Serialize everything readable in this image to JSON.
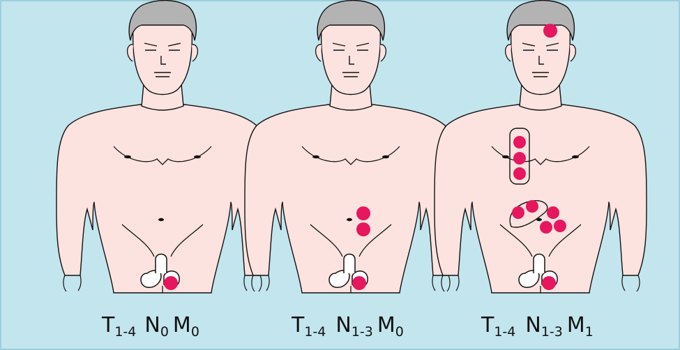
{
  "colors": {
    "background": "#c3e5ee",
    "border": "#9ccfdd",
    "skin": "#fde3df",
    "hair": "#b3b3b3",
    "tumor": "#e6175e",
    "outline": "#111111"
  },
  "figures": [
    {
      "label": {
        "t": "T",
        "t_sub": "1-4",
        "n": "N",
        "n_sub": "0",
        "m": "M",
        "m_sub": "0"
      },
      "lesions": [
        "testis"
      ]
    },
    {
      "label": {
        "t": "T",
        "t_sub": "1-4",
        "n": "N",
        "n_sub": "1-3",
        "m": "M",
        "m_sub": "0"
      },
      "lesions": [
        "testis",
        "abdominal-nodes"
      ]
    },
    {
      "label": {
        "t": "T",
        "t_sub": "1-4",
        "n": "N",
        "n_sub": "1-3",
        "m": "M",
        "m_sub": "1"
      },
      "lesions": [
        "testis",
        "head",
        "mediastinal-nodes",
        "abdominal-nodes-bulky"
      ]
    }
  ]
}
